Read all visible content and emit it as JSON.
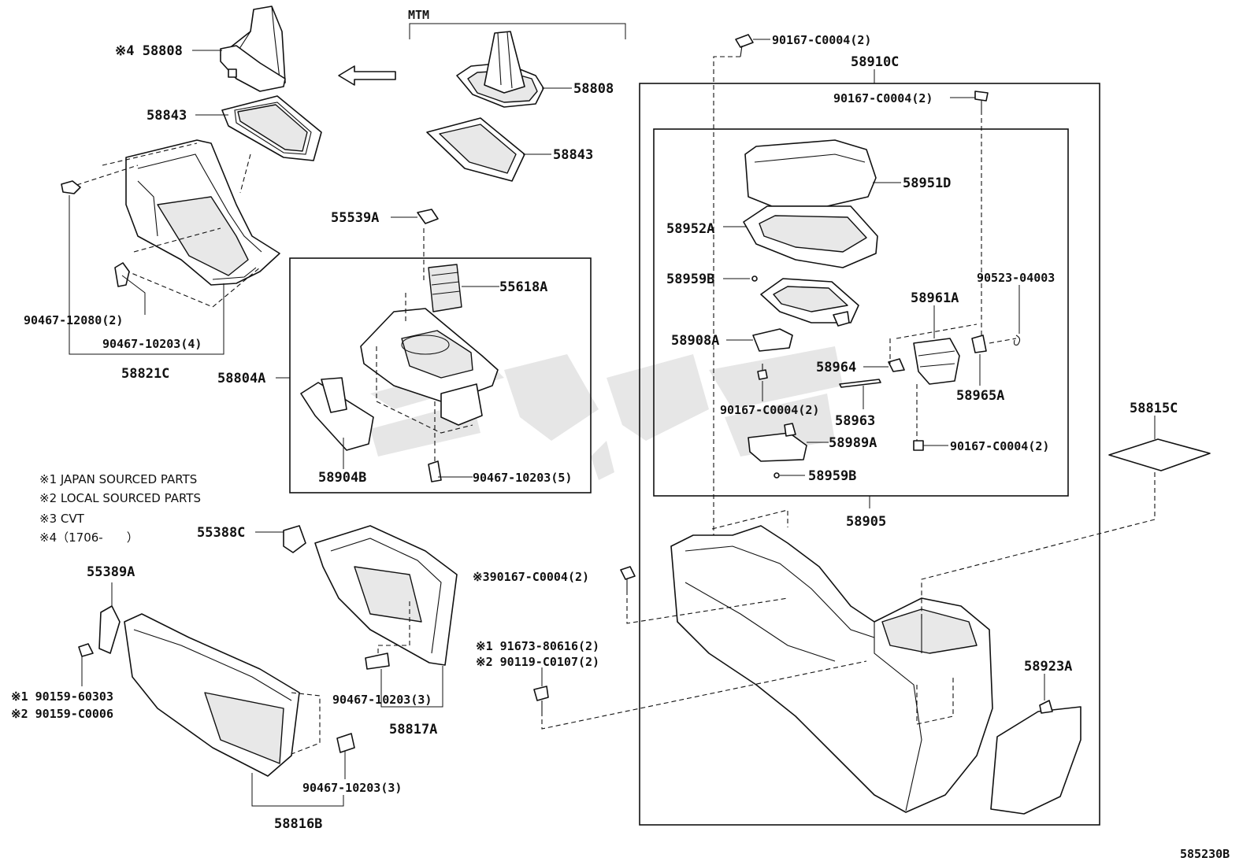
{
  "diagram_code": "585230B",
  "mtm_label": "MTM",
  "notes": [
    "※1 JAPAN SOURCED PARTS",
    "※2 LOCAL SOURCED PARTS",
    "※3 CVT",
    "※4（1706-　　）"
  ],
  "labels": {
    "l58808_left": "※4 58808",
    "l58843_left": "58843",
    "l58808_right": "58808",
    "l58843_right": "58843",
    "l90467_12080": "90467-12080(2)",
    "l90467_10203_4": "90467-10203(4)",
    "l58821c": "58821C",
    "l55539a": "55539A",
    "l55618a": "55618A",
    "l58804a": "58804A",
    "l58904b": "58904B",
    "l90467_10203_5": "90467-10203(5)",
    "l55388c": "55388C",
    "l55389a": "55389A",
    "l90159_1": "※1 90159-60303",
    "l90159_2": "※2 90159-C0006",
    "l90467_10203_3a": "90467-10203(3)",
    "l58817a": "58817A",
    "l90467_10203_3b": "90467-10203(3)",
    "l58816b": "58816B",
    "l90167_top": "90167-C0004(2)",
    "l58910c": "58910C",
    "l90167_box": "90167-C0004(2)",
    "l58951d": "58951D",
    "l58952a": "58952A",
    "l58959b_1": "58959B",
    "l90523": "90523-04003",
    "l58961a": "58961A",
    "l58908a": "58908A",
    "l58964": "58964",
    "l58965a": "58965A",
    "l90167_mid": "90167-C0004(2)",
    "l58963": "58963",
    "l90167_right": "90167-C0004(2)",
    "l58989a": "58989A",
    "l58959b_2": "58959B",
    "l58905": "58905",
    "l58815c": "58815C",
    "l90167_cvt": "※390167-C0004(2)",
    "l91673": "※1 91673-80616(2)",
    "l90119": "※2 90119-C0107(2)",
    "l58923a": "58923A"
  }
}
